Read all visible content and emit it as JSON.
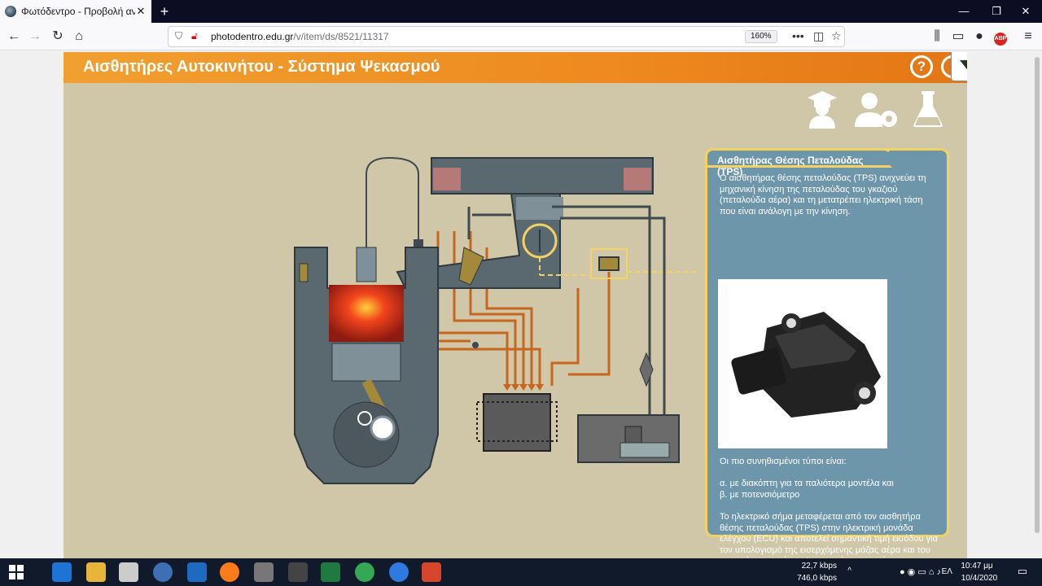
{
  "browser": {
    "tab_title": "Φωτόδεντρο - Προβολή αντικ",
    "url_host": "photodentro.edu.gr",
    "url_path": "/v/item/ds/8521/11317",
    "zoom": "160%"
  },
  "app": {
    "title": "Αισθητήρες Αυτοκινήτου - Σύστημα Ψεκασμού",
    "help_label": "?"
  },
  "panel": {
    "title": "Αισθητήρας Θέσης Πεταλούδας (TPS)",
    "intro": "Ο αισθητήρας θέσης πεταλούδας (TPS) ανιχνεύει τη μηχανική κίνηση της πεταλούδας του γκαζιού (πεταλούδα αέρα) και τη μετατρέπει ηλεκτρική τάση που είναι ανάλογη με την κίνηση.",
    "types_heading": "Οι πιο συνηθισμένοι τύποι είναι:",
    "type_a": "α. με διακόπτη για τα παλιότερα μοντέλα και",
    "type_b": "β. με ποτενσιόμετρο",
    "signal_text": "Το ηλεκτρικό σήμα μεταφέρεται από τον αισθητήρα θέσης πεταλούδας (TPS) στην ηλεκτρική μονάδα ελέγχου (ECU) και αποτελεί σημαντική τιμή εισόδου για τον υπολογισμό της εισερχόμενης μάζας αέρα και του απαραίτητου χρόνου ψεκασμού του καυσίμου."
  },
  "taskbar": {
    "net_up": "22,7 kbps",
    "net_down": "746,0 kbps",
    "lang": "ΕΛ",
    "time": "10:47 μμ",
    "date": "10/4/2020"
  },
  "colors": {
    "header_orange": "#ee8a1f",
    "panel_blue": "#6e96ab",
    "panel_border": "#f4d262",
    "canvas_bg": "#cfc7a7",
    "wire_orange": "#c8651e"
  }
}
